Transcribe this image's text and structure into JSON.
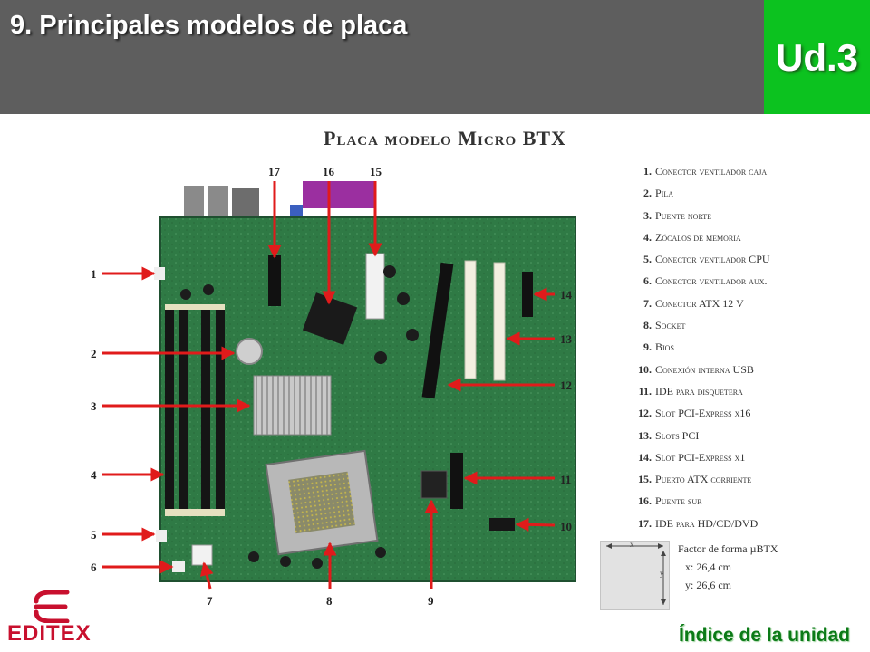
{
  "header": {
    "title": "9. Principales modelos de placa",
    "unit": "Ud.3",
    "colors": {
      "header_bg": "#5e5e5e",
      "unit_bg": "#0cc21f"
    }
  },
  "figure": {
    "title": "Placa modelo Micro BTX",
    "callout_numbers": [
      "1",
      "2",
      "3",
      "4",
      "5",
      "6",
      "7",
      "8",
      "9",
      "10",
      "11",
      "12",
      "13",
      "14",
      "15",
      "16",
      "17"
    ],
    "arrow_color": "#e01b1b"
  },
  "legend": [
    {
      "num": "1.",
      "text": "Conector ventilador caja"
    },
    {
      "num": "2.",
      "text": "Pila"
    },
    {
      "num": "3.",
      "text": "Puente norte"
    },
    {
      "num": "4.",
      "text": "Zócalos de memoria"
    },
    {
      "num": "5.",
      "text": "Conector ventilador CPU"
    },
    {
      "num": "6.",
      "text": "Conector ventilador aux."
    },
    {
      "num": "7.",
      "text": "Conector ATX 12 V"
    },
    {
      "num": "8.",
      "text": "Socket"
    },
    {
      "num": "9.",
      "text": "Bios"
    },
    {
      "num": "10.",
      "text": "Conexión interna USB"
    },
    {
      "num": "11.",
      "text": "IDE para disquetera"
    },
    {
      "num": "12.",
      "text": "Slot PCI-Express x16"
    },
    {
      "num": "13.",
      "text": "Slots PCI"
    },
    {
      "num": "14.",
      "text": "Slot PCI-Express x1"
    },
    {
      "num": "15.",
      "text": "Puerto ATX corriente"
    },
    {
      "num": "16.",
      "text": "Puente sur"
    },
    {
      "num": "17.",
      "text": "IDE para HD/CD/DVD"
    }
  ],
  "form_factor": {
    "title": "Factor de forma µBTX",
    "x": "x: 26,4 cm",
    "y": "y: 26,6 cm",
    "x_axis": "x",
    "y_axis": "y"
  },
  "footer": {
    "logo_text": "EDITEX",
    "index_link": "Índice de la unidad"
  }
}
